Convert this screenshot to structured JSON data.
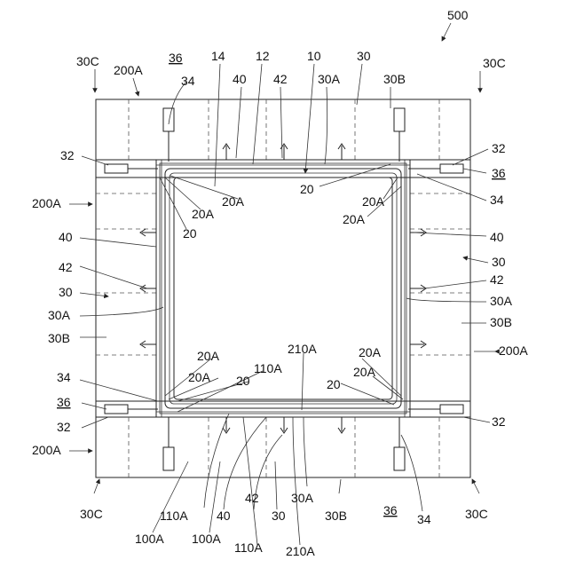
{
  "figure": {
    "number": "500",
    "labels": [
      {
        "id": "l-30C-tl",
        "text": "30C"
      },
      {
        "id": "l-200A-t",
        "text": "200A"
      },
      {
        "id": "l-36-t",
        "text": "36"
      },
      {
        "id": "l-34-t",
        "text": "34"
      },
      {
        "id": "l-14",
        "text": "14"
      },
      {
        "id": "l-12",
        "text": "12"
      },
      {
        "id": "l-40-t",
        "text": "40"
      },
      {
        "id": "l-42-t",
        "text": "42"
      },
      {
        "id": "l-10",
        "text": "10"
      },
      {
        "id": "l-30-t",
        "text": "30"
      },
      {
        "id": "l-30A-t",
        "text": "30A"
      },
      {
        "id": "l-30B-t",
        "text": "30B"
      },
      {
        "id": "l-30C-tr",
        "text": "30C"
      },
      {
        "id": "l-32-tl",
        "text": "32"
      },
      {
        "id": "l-32-tr",
        "text": "32"
      },
      {
        "id": "l-36-r",
        "text": "36"
      },
      {
        "id": "l-20-tr",
        "text": "20"
      },
      {
        "id": "l-20A-tr1",
        "text": "20A"
      },
      {
        "id": "l-34-r",
        "text": "34"
      },
      {
        "id": "l-20A-tr2",
        "text": "20A"
      },
      {
        "id": "l-200A-l1",
        "text": "200A"
      },
      {
        "id": "l-20A-tl1",
        "text": "20A"
      },
      {
        "id": "l-20A-tl2",
        "text": "20A"
      },
      {
        "id": "l-20-tl",
        "text": "20"
      },
      {
        "id": "l-40-l",
        "text": "40"
      },
      {
        "id": "l-40-r",
        "text": "40"
      },
      {
        "id": "l-30-r",
        "text": "30"
      },
      {
        "id": "l-42-l",
        "text": "42"
      },
      {
        "id": "l-42-r",
        "text": "42"
      },
      {
        "id": "l-30-l",
        "text": "30"
      },
      {
        "id": "l-30A-r",
        "text": "30A"
      },
      {
        "id": "l-30A-l",
        "text": "30A"
      },
      {
        "id": "l-30B-r",
        "text": "30B"
      },
      {
        "id": "l-30B-l",
        "text": "30B"
      },
      {
        "id": "l-210A-t",
        "text": "210A"
      },
      {
        "id": "l-20A-bl1",
        "text": "20A"
      },
      {
        "id": "l-20A-br1",
        "text": "20A"
      },
      {
        "id": "l-200A-r",
        "text": "200A"
      },
      {
        "id": "l-110A-t",
        "text": "110A"
      },
      {
        "id": "l-34-l",
        "text": "34"
      },
      {
        "id": "l-20A-bl2",
        "text": "20A"
      },
      {
        "id": "l-20-bl",
        "text": "20"
      },
      {
        "id": "l-20-br",
        "text": "20"
      },
      {
        "id": "l-20A-br2",
        "text": "20A"
      },
      {
        "id": "l-36-l",
        "text": "36"
      },
      {
        "id": "l-32-bl",
        "text": "32"
      },
      {
        "id": "l-32-br",
        "text": "32"
      },
      {
        "id": "l-200A-l2",
        "text": "200A"
      },
      {
        "id": "l-30C-bl",
        "text": "30C"
      },
      {
        "id": "l-30C-br",
        "text": "30C"
      },
      {
        "id": "l-110A-b1",
        "text": "110A"
      },
      {
        "id": "l-40-b",
        "text": "40"
      },
      {
        "id": "l-42-b",
        "text": "42"
      },
      {
        "id": "l-30-b",
        "text": "30"
      },
      {
        "id": "l-30A-b",
        "text": "30A"
      },
      {
        "id": "l-30B-b",
        "text": "30B"
      },
      {
        "id": "l-36-b",
        "text": "36"
      },
      {
        "id": "l-34-b",
        "text": "34"
      },
      {
        "id": "l-100A-1",
        "text": "100A"
      },
      {
        "id": "l-100A-2",
        "text": "100A"
      },
      {
        "id": "l-110A-b2",
        "text": "110A"
      },
      {
        "id": "l-210A-b",
        "text": "210A"
      }
    ]
  }
}
